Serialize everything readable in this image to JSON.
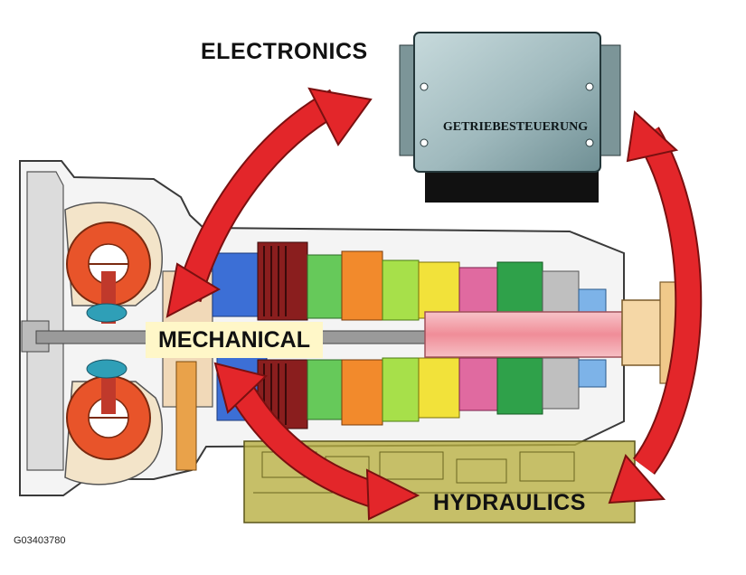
{
  "diagram": {
    "labels": {
      "electronics": "ELECTRONICS",
      "mechanical": "MECHANICAL",
      "hydraulics": "HYDRAULICS",
      "control_unit": "GETRIEBESTEUERUNG",
      "figure_code": "G03403780"
    },
    "relationships": [
      {
        "from": "electronics",
        "to": "mechanical",
        "style": "double-headed red arrow"
      },
      {
        "from": "mechanical",
        "to": "hydraulics",
        "style": "double-headed red arrow"
      },
      {
        "from": "electronics",
        "to": "hydraulics",
        "style": "double-headed red arrow"
      }
    ],
    "colors": {
      "arrow_fill": "#e3262a",
      "arrow_outline": "#7a1010",
      "housing_line": "#3a3a3a",
      "torque_converter": "#e8542a",
      "hydraulic_block": "#b6ad3e",
      "output_shaft": "#f2a0a8",
      "control_unit_body": "#9fb9bd",
      "mechanical_label_bg": "#fff7c8"
    }
  }
}
